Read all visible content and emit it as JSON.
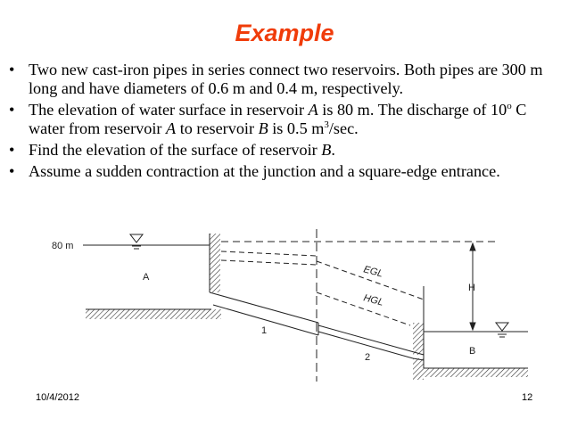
{
  "title": "Example",
  "bullets": [
    {
      "pre": "Two new cast-iron pipes in series connect two reservoirs. Both pipes are 300 m long and have diameters of 0.6 m and 0.4 m, respectively."
    },
    {
      "p1": "The elevation of water surface in reservoir ",
      "A": "A",
      "p2": " is 80 m. The discharge of 10",
      "sup1": "o",
      "p3": " C water from reservoir ",
      "A2": "A",
      "p4": " to reservoir ",
      "B": "B",
      "p5": " is 0.5 m",
      "sup2": "3",
      "p6": "/sec."
    },
    {
      "p1": "Find the elevation of the surface of reservoir ",
      "B": "B",
      "p2": "."
    },
    {
      "pre": "Assume a sudden contraction at the junction and a square-edge entrance."
    }
  ],
  "diagram": {
    "elevation_label": "80 m",
    "reservoir_a": "A",
    "reservoir_b": "B",
    "egl": "EGL",
    "hgl": "HGL",
    "head": "H",
    "pipe1": "1",
    "pipe2": "2"
  },
  "footer": {
    "date": "10/4/2012",
    "page": "12"
  }
}
